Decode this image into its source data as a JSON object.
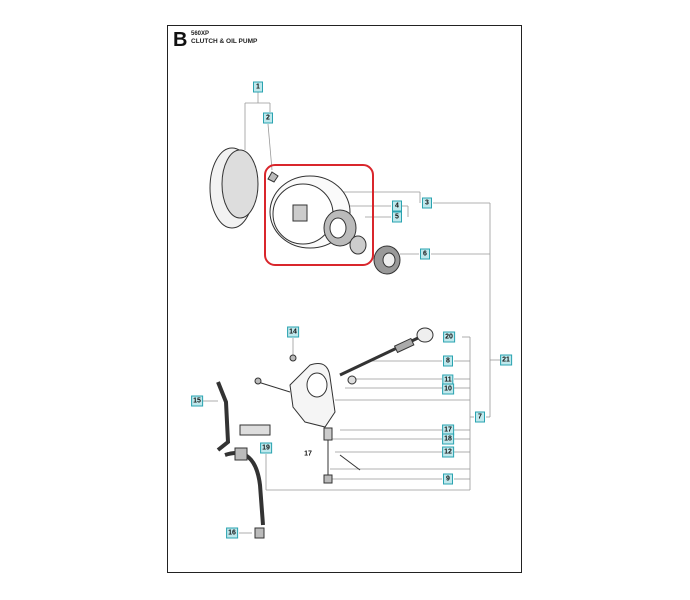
{
  "header": {
    "section_letter": "B",
    "model": "560XP",
    "title": "CLUTCH & OIL PUMP"
  },
  "callouts": [
    {
      "id": "1",
      "label": "1"
    },
    {
      "id": "2",
      "label": "2"
    },
    {
      "id": "3",
      "label": "3"
    },
    {
      "id": "4",
      "label": "4"
    },
    {
      "id": "5",
      "label": "5"
    },
    {
      "id": "6",
      "label": "6"
    },
    {
      "id": "20",
      "label": "20"
    },
    {
      "id": "8",
      "label": "8"
    },
    {
      "id": "21",
      "label": "21"
    },
    {
      "id": "11",
      "label": "11"
    },
    {
      "id": "10",
      "label": "10"
    },
    {
      "id": "7",
      "label": "7"
    },
    {
      "id": "17",
      "label": "17"
    },
    {
      "id": "18",
      "label": "18"
    },
    {
      "id": "12",
      "label": "12"
    },
    {
      "id": "9",
      "label": "9"
    },
    {
      "id": "14",
      "label": "14"
    },
    {
      "id": "15",
      "label": "15"
    },
    {
      "id": "19",
      "label": "19"
    },
    {
      "id": "16",
      "label": "16"
    }
  ],
  "plain_labels": {
    "part_17": "17"
  },
  "highlight": {
    "color": "#d9262c"
  },
  "accent": {
    "callout_fill": "#bfe8ec",
    "callout_border": "#2aa3b0"
  }
}
